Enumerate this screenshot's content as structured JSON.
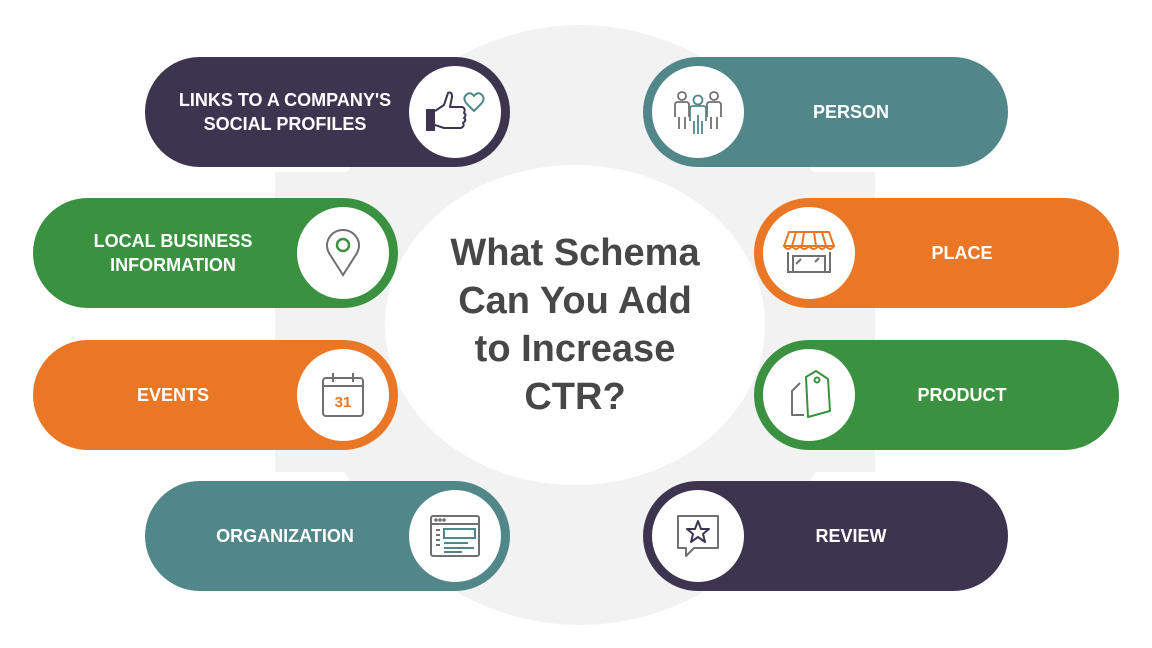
{
  "title": "What Schema Can You Add to Increase CTR?",
  "colors": {
    "dark_purple": "#3d3450",
    "teal": "#52878a",
    "green": "#3a9241",
    "orange": "#ea7726",
    "title_text": "#474747"
  },
  "items": [
    {
      "label": "LINKS TO A COMPANY'S SOCIAL PROFILES",
      "icon": "thumbs-up-heart-icon",
      "color": "dark_purple"
    },
    {
      "label": "PERSON",
      "icon": "people-icon",
      "color": "teal"
    },
    {
      "label": "LOCAL BUSINESS INFORMATION",
      "icon": "map-pin-icon",
      "color": "green"
    },
    {
      "label": "PLACE",
      "icon": "storefront-icon",
      "color": "orange"
    },
    {
      "label": "EVENTS",
      "icon": "calendar-icon",
      "color": "orange",
      "icon_text": "31"
    },
    {
      "label": "PRODUCT",
      "icon": "price-tag-icon",
      "color": "green"
    },
    {
      "label": "ORGANIZATION",
      "icon": "website-icon",
      "color": "teal"
    },
    {
      "label": "REVIEW",
      "icon": "review-star-icon",
      "color": "dark_purple"
    }
  ]
}
